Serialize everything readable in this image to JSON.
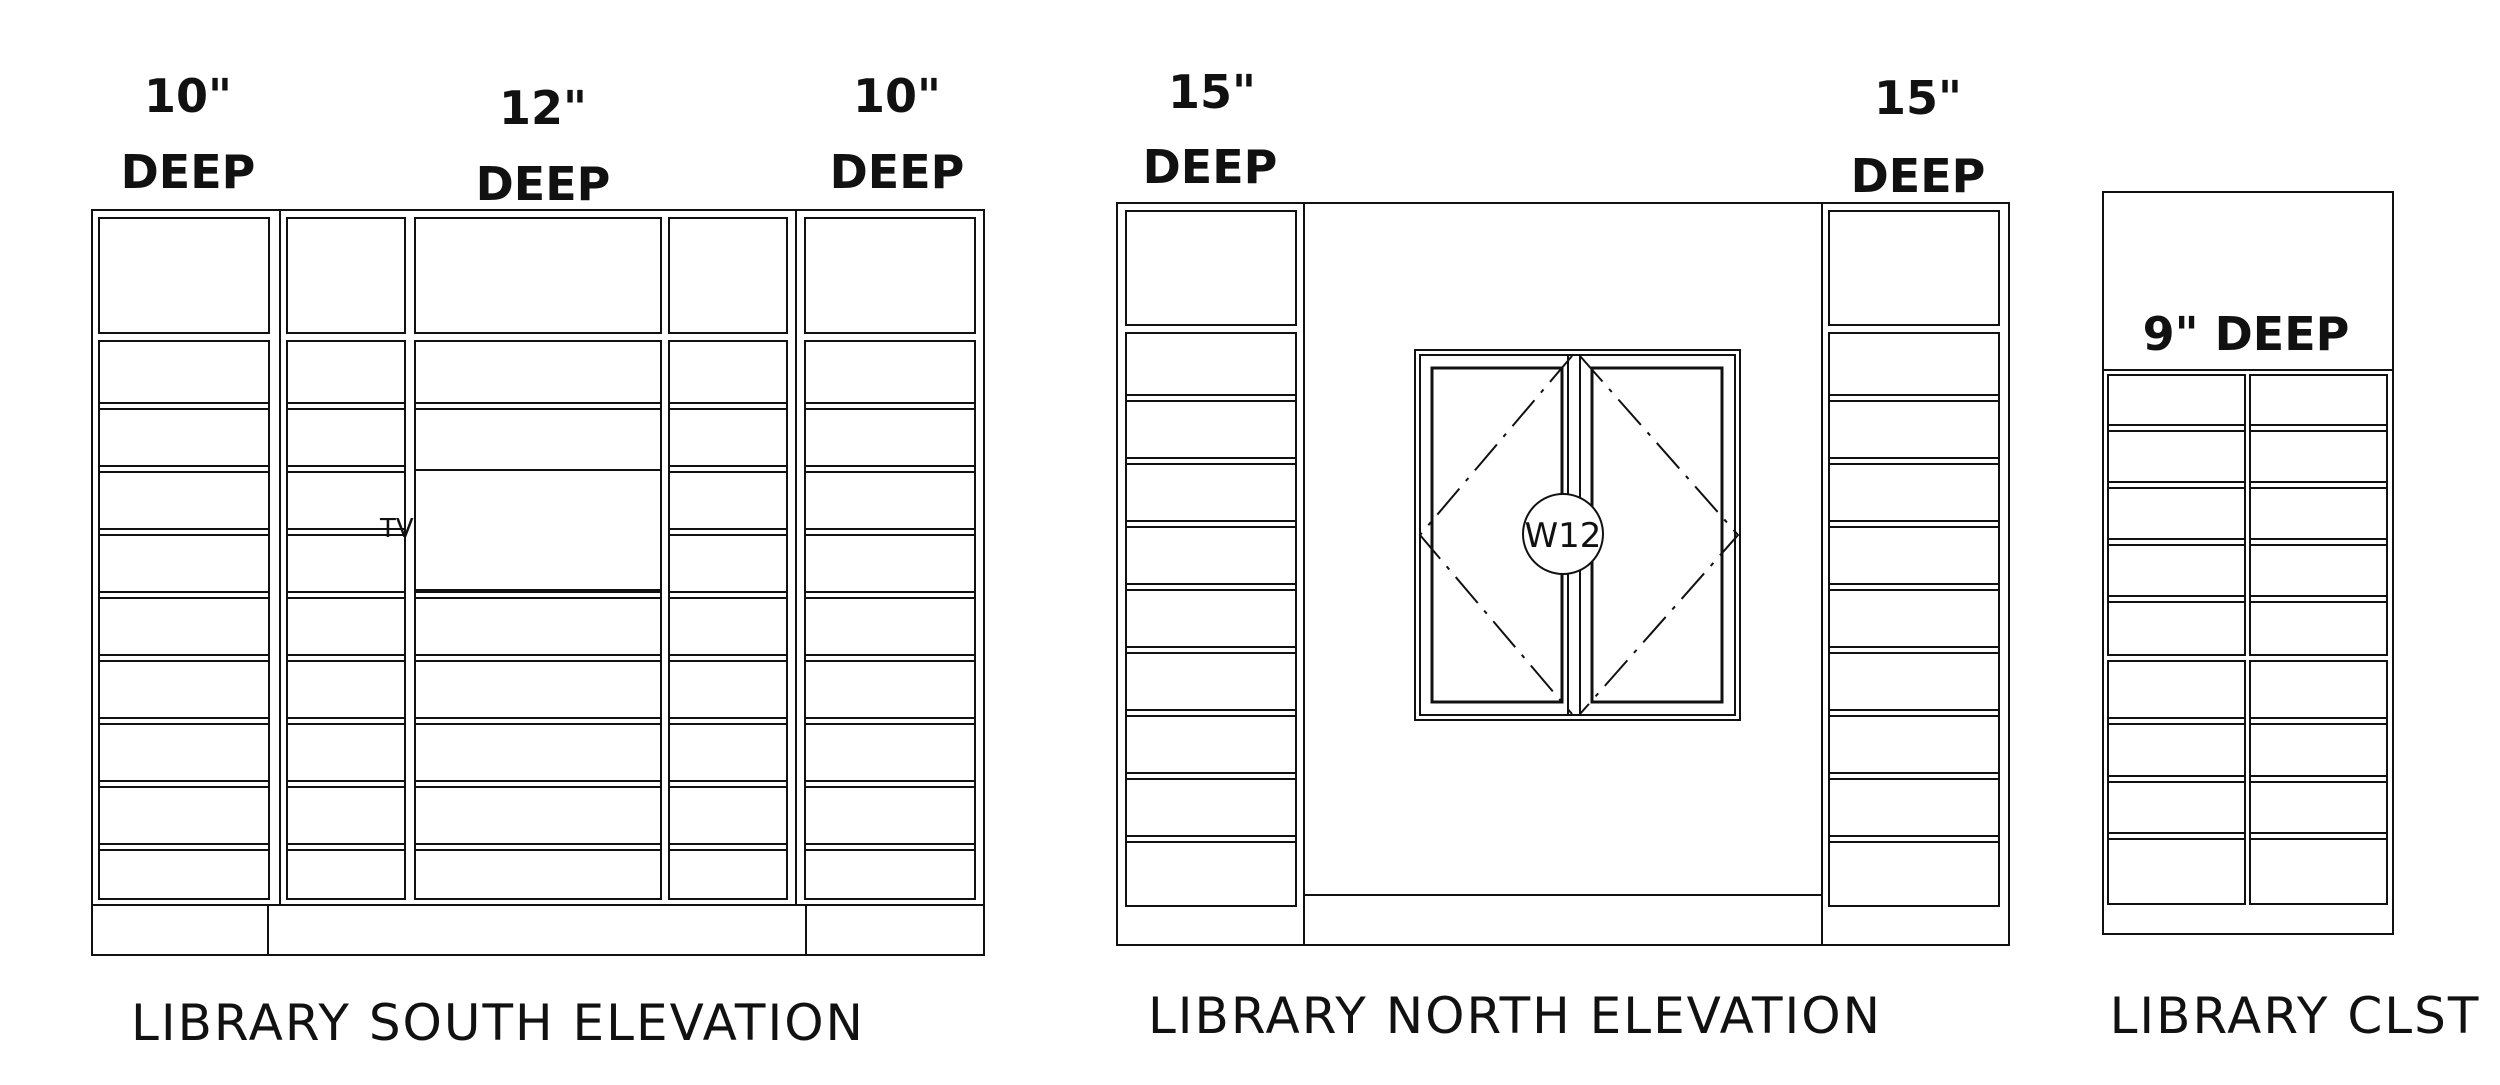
{
  "south": {
    "depth_left": "10\"",
    "depth_center": "12\"",
    "depth_right": "10\"",
    "deep": "DEEP",
    "tv": "TV",
    "title": "LIBRARY SOUTH ELEVATION"
  },
  "north": {
    "depth_left": "15\"",
    "depth_right": "15\"",
    "deep": "DEEP",
    "window_tag": "W12",
    "title": "LIBRARY NORTH ELEVATION"
  },
  "closet": {
    "depth": "9\" DEEP",
    "title": "LIBRARY CLST"
  }
}
